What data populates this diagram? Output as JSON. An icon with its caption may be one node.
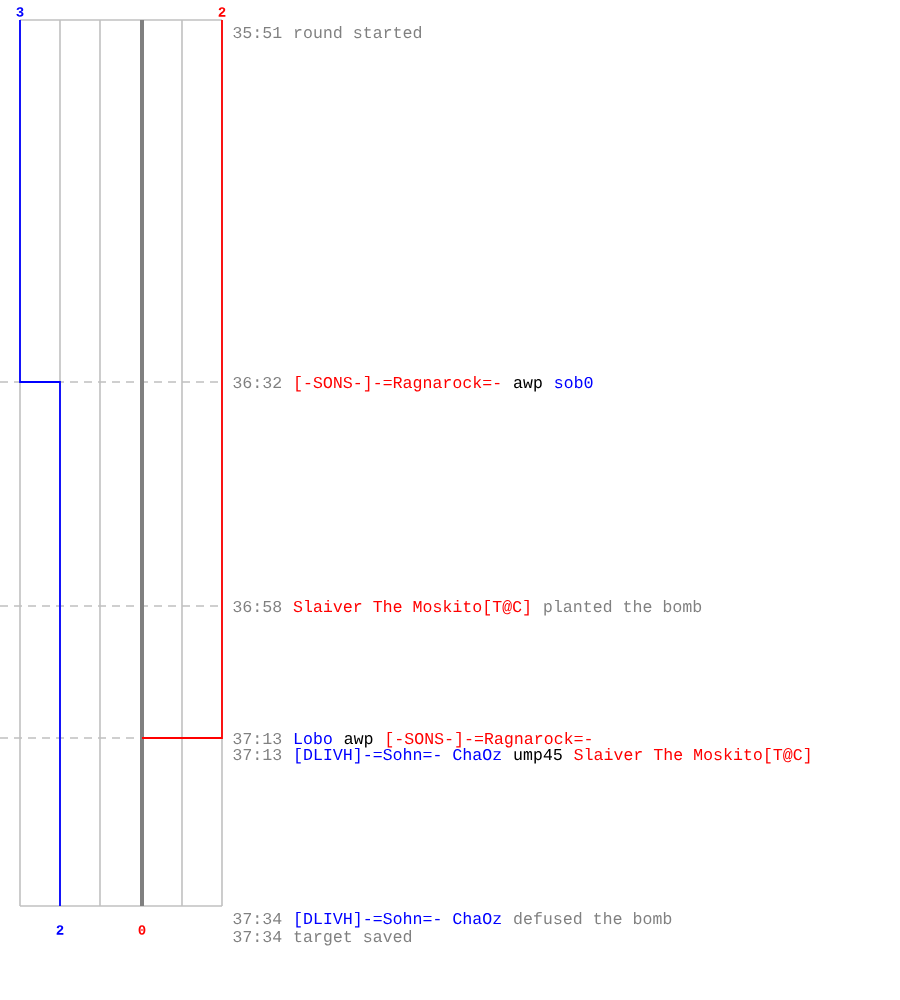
{
  "diagram": {
    "labels": [
      "3",
      "2",
      "35:51",
      "round started",
      "36:32",
      "[-SONS-]-=Ragnarock=-",
      "awp",
      "sob0",
      "36:58",
      "Slaiver The Moskito[T@C]",
      "planted the bomb",
      "37:13",
      "Lobo",
      "awp",
      "[-SONS-]-=Ragnarock=-",
      "37:13",
      "[DLIVH]-=Sohn=- ChaOz",
      "ump45",
      "Slaiver The Moskito[T@C]",
      "37:34",
      "[DLIVH]-=Sohn=- ChaOz",
      "defused the bomb",
      "2",
      "0",
      "37:34",
      "target saved"
    ]
  }
}
